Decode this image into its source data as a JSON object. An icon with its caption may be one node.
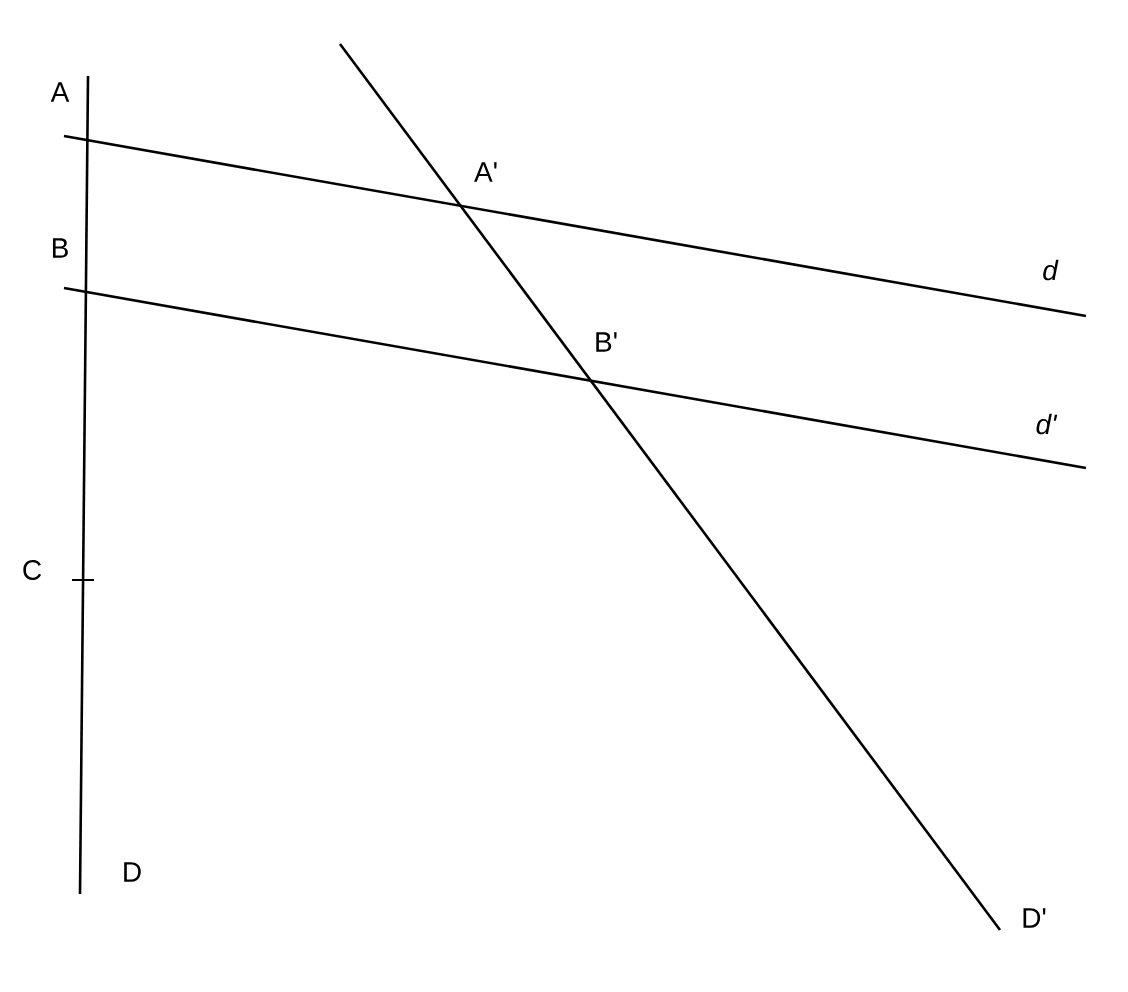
{
  "diagram": {
    "labels": [
      "A",
      "A'",
      "B",
      "B'",
      "d",
      "d'",
      "C",
      "D",
      "D'"
    ]
  }
}
